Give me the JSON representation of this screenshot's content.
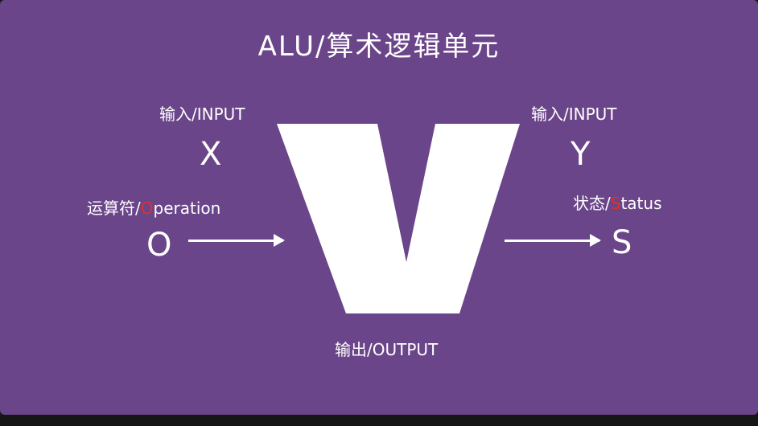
{
  "title": "ALU/算术逻辑单元",
  "input_x": {
    "label": "输入/INPUT",
    "symbol": "X"
  },
  "input_y": {
    "label": "输入/INPUT",
    "symbol": "Y"
  },
  "operation": {
    "label_prefix": "运算符/",
    "label_highlight": "O",
    "label_rest": "peration",
    "symbol": "O"
  },
  "status": {
    "label_prefix": "状态/",
    "label_highlight": "S",
    "label_rest": "tatus",
    "symbol": "S"
  },
  "output": {
    "label": "输出/OUTPUT"
  },
  "colors": {
    "background": "#6b4589",
    "foreground": "#ffffff",
    "highlight": "#e0302a"
  }
}
